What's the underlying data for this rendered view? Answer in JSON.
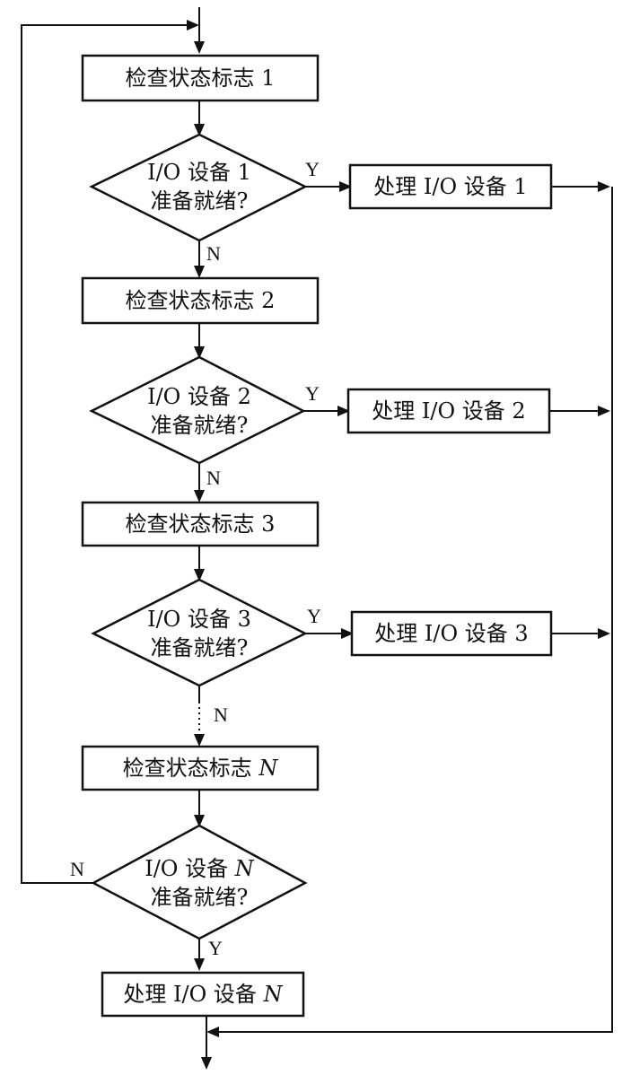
{
  "start_boxes": [
    {
      "text": "检查状态标志",
      "num": "1"
    },
    {
      "text": "检查状态标志",
      "num": "2"
    },
    {
      "text": "检查状态标志",
      "num": "3"
    },
    {
      "text": "检查状态标志",
      "num": "N"
    }
  ],
  "decisions": [
    {
      "line1": "I/O 设备",
      "num": "1",
      "line2": "准备就绪?"
    },
    {
      "line1": "I/O 设备",
      "num": "2",
      "line2": "准备就绪?"
    },
    {
      "line1": "I/O 设备",
      "num": "3",
      "line2": "准备就绪?"
    },
    {
      "line1": "I/O 设备",
      "num": "N",
      "line2": "准备就绪?"
    }
  ],
  "process_boxes": [
    {
      "text": "处理 I/O 设备",
      "num": "1"
    },
    {
      "text": "处理 I/O 设备",
      "num": "2"
    },
    {
      "text": "处理 I/O 设备",
      "num": "3"
    },
    {
      "text": "处理 I/O 设备",
      "num": "N"
    }
  ],
  "labels": {
    "yes": "Y",
    "no": "N"
  }
}
